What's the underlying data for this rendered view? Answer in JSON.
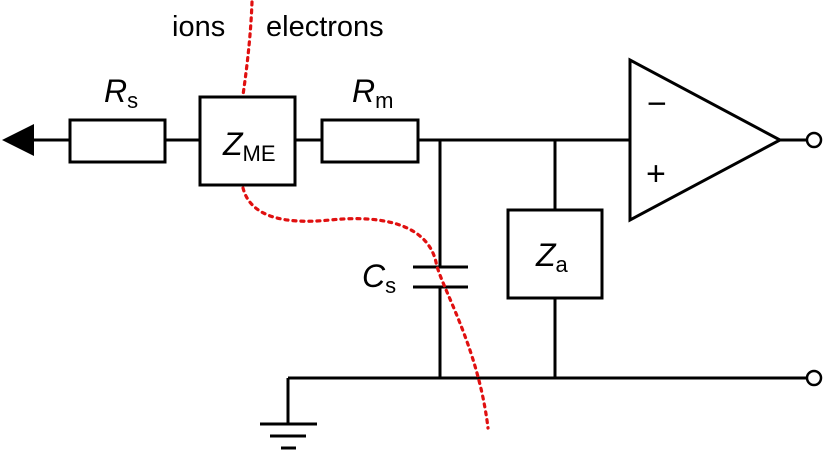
{
  "labels": {
    "ions": "ions",
    "electrons": "electrons",
    "rs_main": "R",
    "rs_sub": "s",
    "zme_main": "Z",
    "zme_sub": "ME",
    "rm_main": "R",
    "rm_sub": "m",
    "cs_main": "C",
    "cs_sub": "s",
    "za_main": "Z",
    "za_sub": "a",
    "opamp_minus": "−",
    "opamp_plus": "+"
  },
  "colors": {
    "wire": "#000000",
    "boundary": "#e01010",
    "background": "#ffffff"
  }
}
